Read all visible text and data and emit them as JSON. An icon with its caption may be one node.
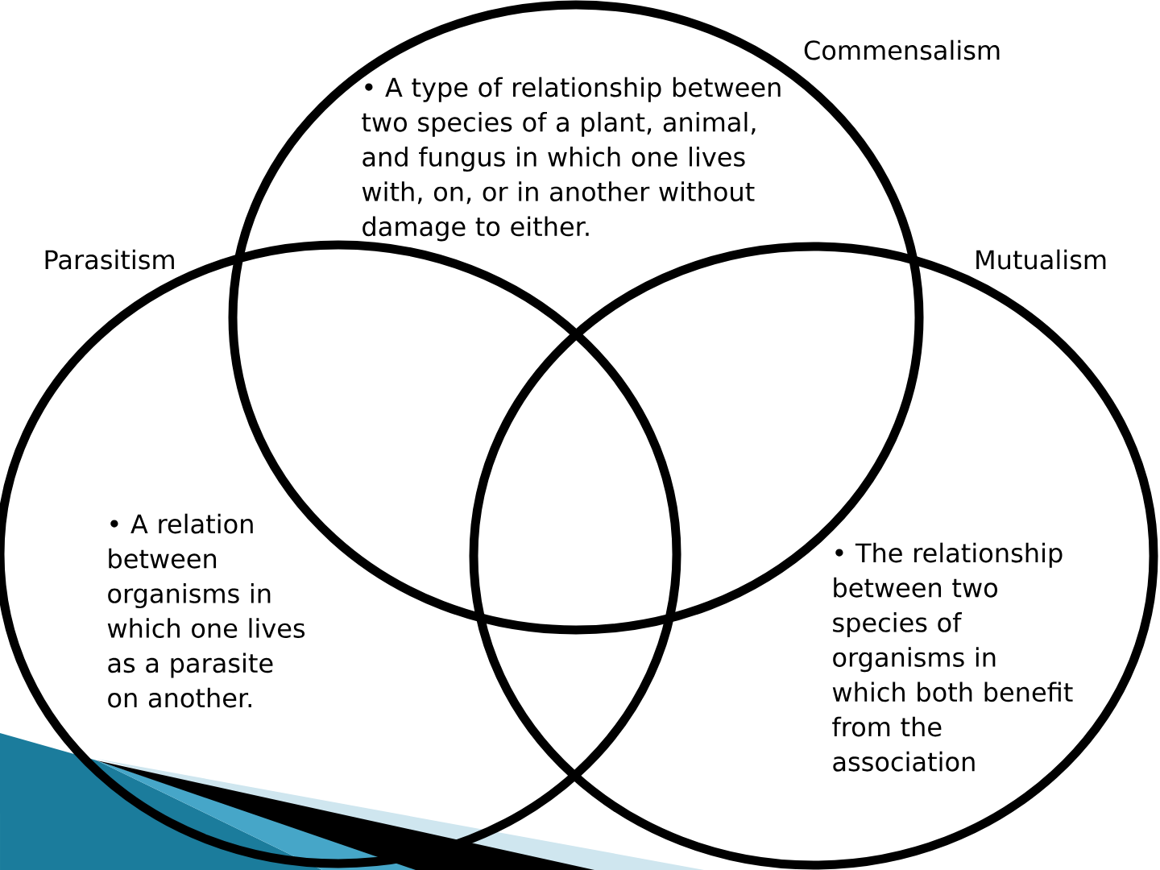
{
  "diagram": {
    "nodes": [
      {
        "text": [
          "Commensalism",
          "• A type of relationship between two species of a plant, animal, and fungus in which one lives with, on, or in another without damage to either."
        ]
      },
      {
        "text": [
          "Parasitism",
          "• A relation between organisms in which one lives as a parasite on another."
        ]
      },
      {
        "text": [
          "Mutualism",
          "• The relationship between two species of organisms in which both benefit from the association"
        ]
      }
    ]
  }
}
